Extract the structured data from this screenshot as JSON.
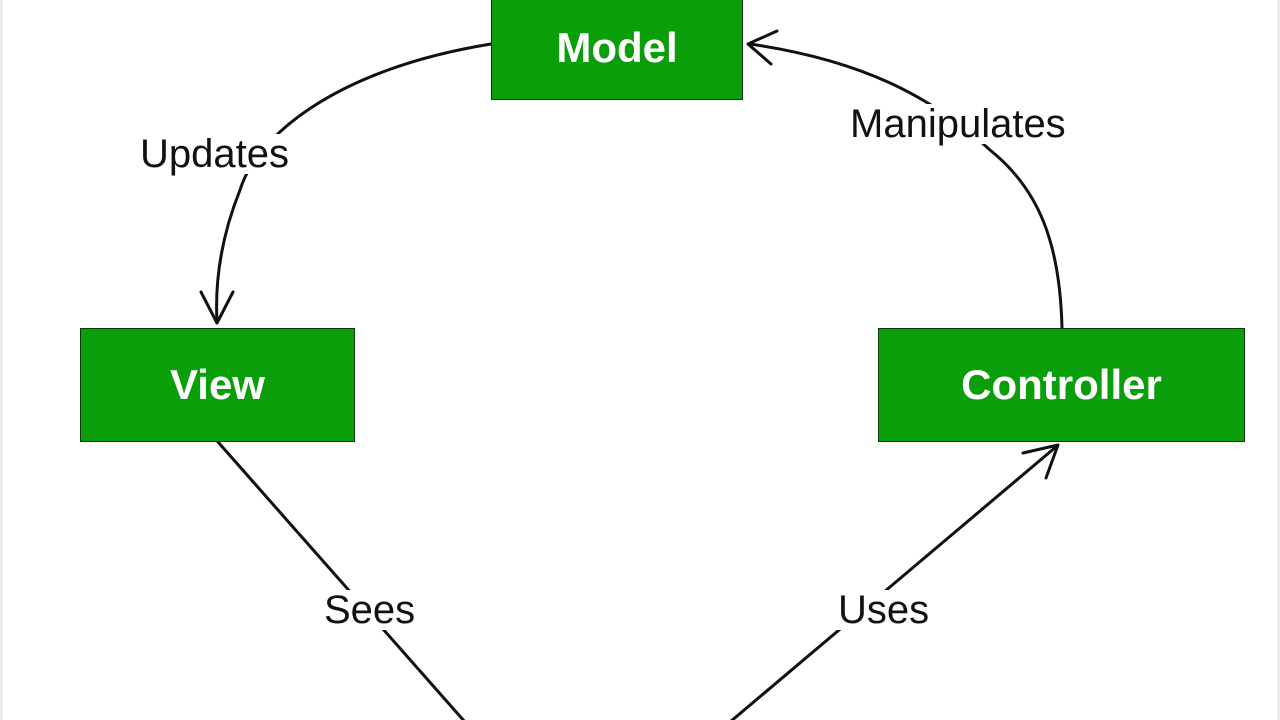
{
  "nodes": {
    "model": "Model",
    "view": "View",
    "controller": "Controller"
  },
  "edges": {
    "updates": "Updates",
    "manipulates": "Manipulates",
    "sees": "Sees",
    "uses": "Uses"
  },
  "colors": {
    "node_fill": "#0a9e0a",
    "node_text": "#ffffff",
    "line": "#111111",
    "label_text": "#111111"
  }
}
